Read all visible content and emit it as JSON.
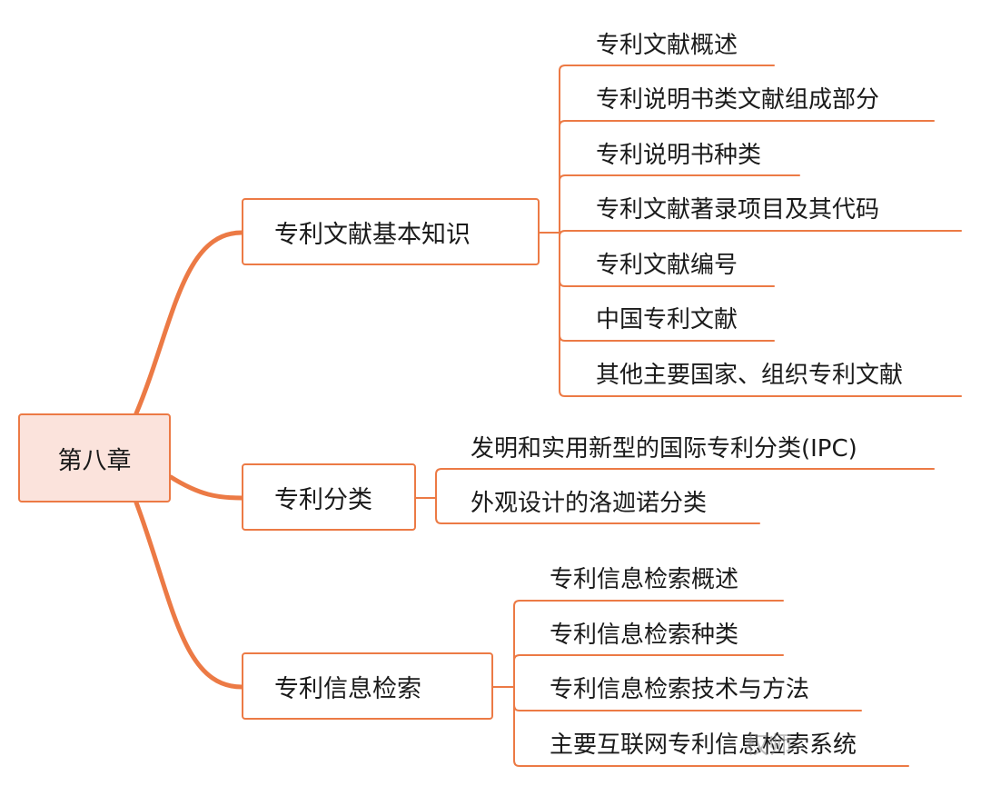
{
  "root": {
    "label": "第八章"
  },
  "branches": [
    {
      "label": "专利文献基本知识",
      "children": [
        "专利文献概述",
        "专利说明书类文献组成部分",
        "专利说明书种类",
        "专利文献著录项目及其代码",
        "专利文献编号",
        "中国专利文献",
        "其他主要国家、组织专利文献"
      ]
    },
    {
      "label": "专利分类",
      "children": [
        "发明和实用新型的国际专利分类(IPC)",
        "外观设计的洛迦诺分类"
      ]
    },
    {
      "label": "专利信息检索",
      "children": [
        "专利信息检索概述",
        "专利信息检索种类",
        "专利信息检索技术与方法",
        "主要互联网专利信息检索系统"
      ]
    }
  ],
  "colors": {
    "accent": "#ec7a45",
    "root_fill": "#fbe3dc"
  },
  "watermark": "权师"
}
